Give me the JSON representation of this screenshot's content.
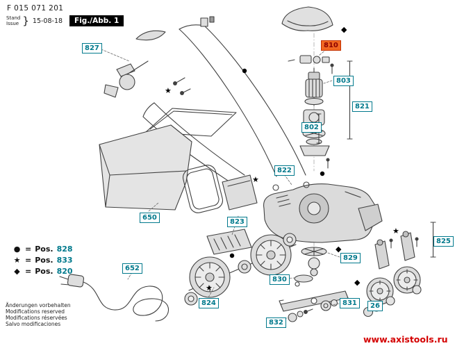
{
  "header": {
    "part_number": "F 015 071 201",
    "stand_label": "Stand",
    "issue_label": "Issue",
    "brace": "}",
    "date": "15-08-18",
    "fig_label": "Fig./Abb. 1"
  },
  "part_labels": [
    {
      "text": "827"
    },
    {
      "text": "650"
    },
    {
      "text": "823"
    },
    {
      "text": "822"
    },
    {
      "text": "821"
    },
    {
      "text": "810",
      "highlight": true
    },
    {
      "text": "803"
    },
    {
      "text": "802"
    },
    {
      "text": "825"
    },
    {
      "text": "829"
    },
    {
      "text": "830"
    },
    {
      "text": "824"
    },
    {
      "text": "831"
    },
    {
      "text": "26"
    },
    {
      "text": "832"
    },
    {
      "text": "652"
    }
  ],
  "legend": {
    "items": [
      {
        "symbol": "●",
        "prefix": "=",
        "pos": "Pos.",
        "number": "828"
      },
      {
        "symbol": "★",
        "prefix": "=",
        "pos": "Pos.",
        "number": "833"
      },
      {
        "symbol": "◆",
        "prefix": "=",
        "pos": "Pos.",
        "number": "820"
      }
    ]
  },
  "footer": {
    "notes": [
      "Änderungen vorbehalten",
      "Modifications reserved",
      "Modifications réservées",
      "Salvo modificaciones"
    ],
    "website": "www.axistools.ru"
  },
  "colors": {
    "label_teal": "#00798C",
    "highlight_bg": "#F26822",
    "highlight_text": "#8B0000",
    "fig_box_bg": "#000000",
    "website_red": "#D40000"
  }
}
